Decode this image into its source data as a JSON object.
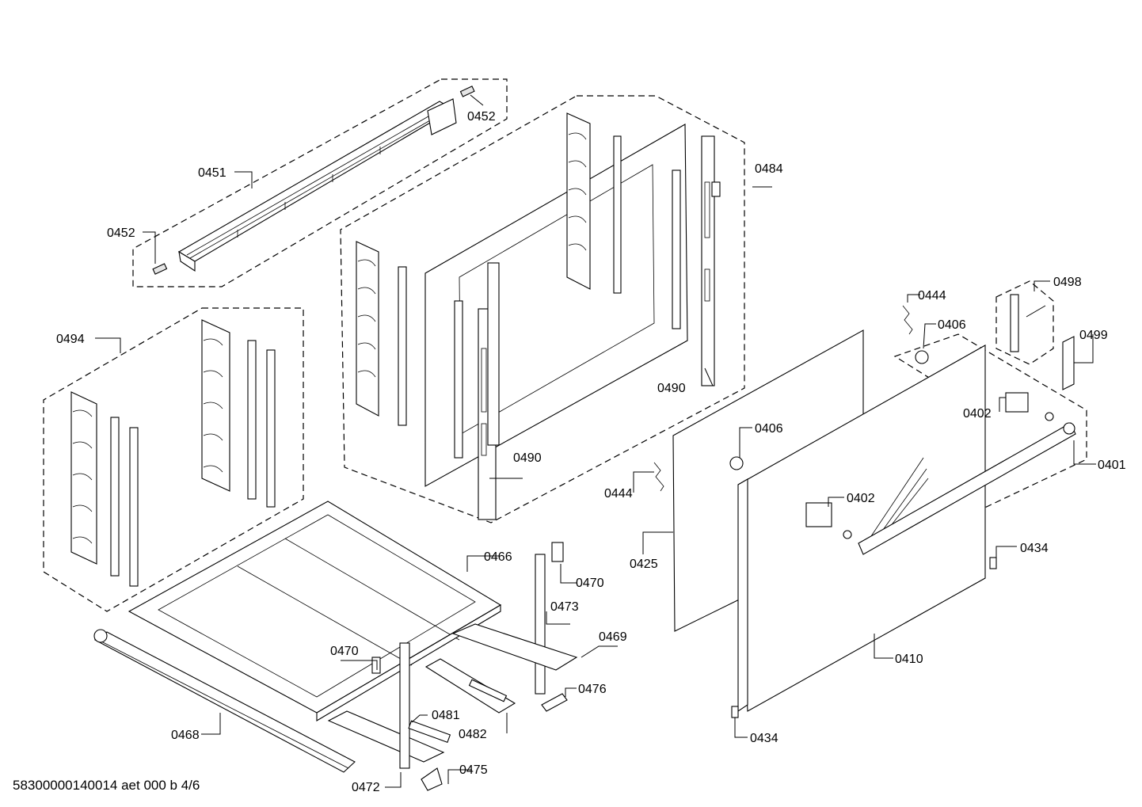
{
  "document_id": "58300000140014 aet 000 b 4/6",
  "part_labels": {
    "p0452_top": "0452",
    "p0451": "0451",
    "p0452_left": "0452",
    "p0484": "0484",
    "p0494": "0494",
    "p0490_right": "0490",
    "p0490_center": "0490",
    "p0444_top": "0444",
    "p0406_top": "0406",
    "p0498": "0498",
    "p0499": "0499",
    "p0402_right": "0402",
    "p0401": "0401",
    "p0406_left": "0406",
    "p0444_left": "0444",
    "p0402_center": "0402",
    "p0425": "0425",
    "p0434_right": "0434",
    "p0466": "0466",
    "p0470_right": "0470",
    "p0473": "0473",
    "p0469": "0469",
    "p0470_left": "0470",
    "p0476": "0476",
    "p0481": "0481",
    "p0482": "0482",
    "p0468": "0468",
    "p0475": "0475",
    "p0472": "0472",
    "p0410": "0410",
    "p0434_bottom": "0434"
  }
}
